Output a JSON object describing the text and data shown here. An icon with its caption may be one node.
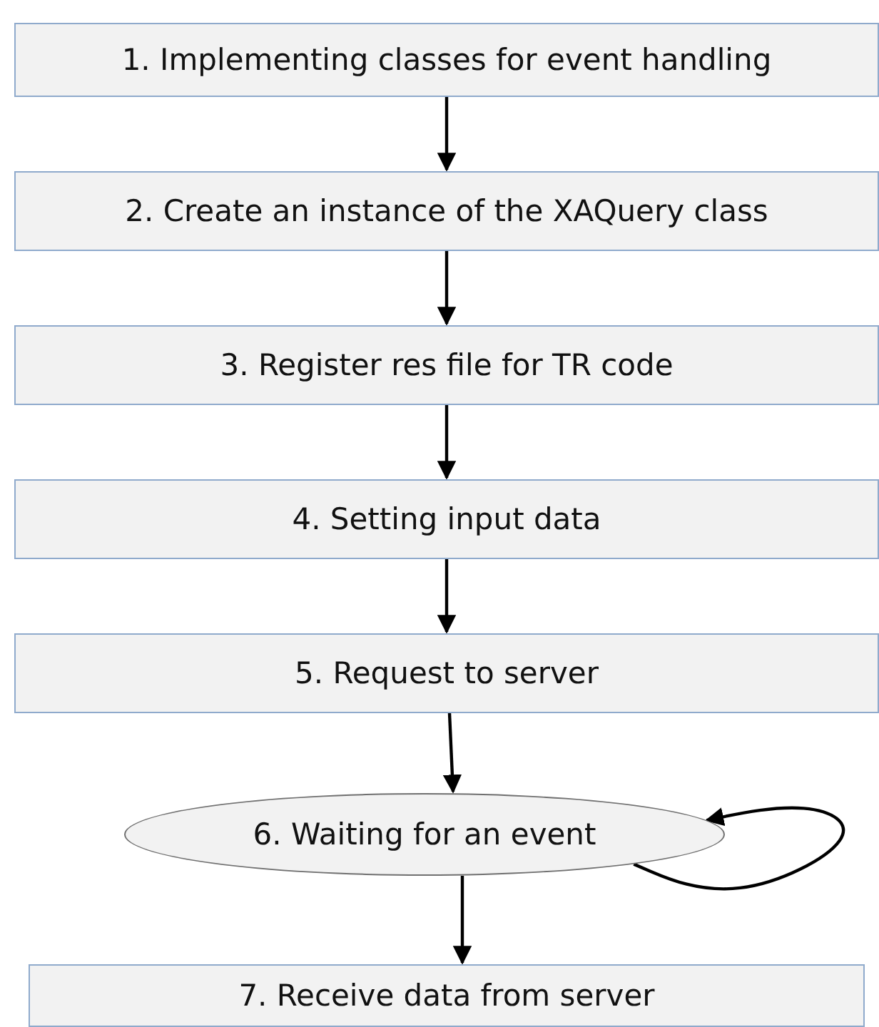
{
  "diagram": {
    "nodes": [
      {
        "text": [
          "1. Implementing classes for event handling"
        ]
      },
      {
        "text": [
          "2. Create an instance of the XAQuery class"
        ]
      },
      {
        "text": [
          "3. Register res file for TR code"
        ]
      },
      {
        "text": [
          "4. Setting input data"
        ]
      },
      {
        "text": [
          "5. Request to server"
        ]
      },
      {
        "text": [
          "6. Waiting for an event"
        ]
      },
      {
        "text": [
          "7. Receive data from server"
        ]
      }
    ],
    "edges": [
      {
        "from": 0,
        "to": 1,
        "arrow": "to"
      },
      {
        "from": 1,
        "to": 2,
        "arrow": "to"
      },
      {
        "from": 2,
        "to": 3,
        "arrow": "to"
      },
      {
        "from": 3,
        "to": 4,
        "arrow": "to"
      },
      {
        "from": 4,
        "to": 5,
        "arrow": "to"
      },
      {
        "from": 5,
        "to": 5,
        "arrow": "to"
      },
      {
        "from": 5,
        "to": 6,
        "arrow": "to"
      }
    ]
  }
}
